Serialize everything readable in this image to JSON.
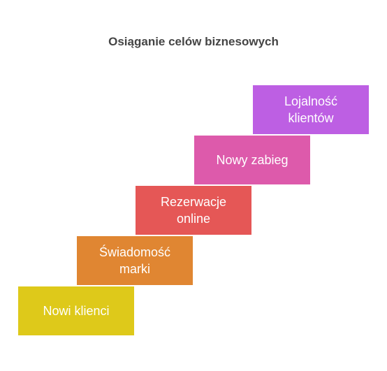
{
  "title": "Osiąganie celów biznesowych",
  "steps": [
    {
      "label": "Nowi klienci",
      "color": "#DEC91A"
    },
    {
      "label": "Świadomość\nmarki",
      "color": "#E08632"
    },
    {
      "label": "Rezerwacje\nonline",
      "color": "#E55756"
    },
    {
      "label": "Nowy zabieg",
      "color": "#DD5AAB"
    },
    {
      "label": "Lojalność\nklientów",
      "color": "#BD5FE3"
    }
  ]
}
